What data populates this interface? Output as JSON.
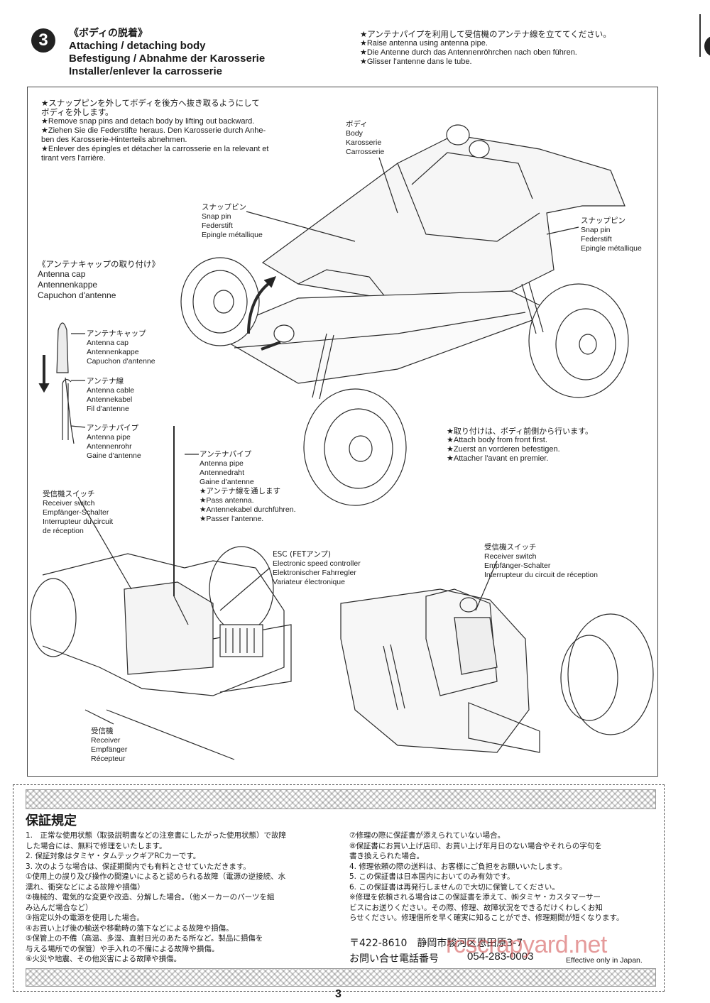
{
  "header": {
    "step_number": "3",
    "title_jp": "《ボディの脱着》",
    "title_en": "Attaching / detaching body",
    "title_de": "Befestigung / Abnahme der Karosserie",
    "title_fr": "Installer/enlever la carrosserie"
  },
  "antenna_note": {
    "jp": "★アンテナパイプを利用して受信機のアンテナ線を立ててください。",
    "en": "★Raise antenna using antenna pipe.",
    "de": "★Die Antenne durch das Antennenröhrchen nach oben führen.",
    "fr": "★Glisser l'antenne dans le tube."
  },
  "snap_instruction": {
    "jp1": "★スナップピンを外してボディを後方へ抜き取るようにして",
    "jp2": "ボディを外します。",
    "en": "★Remove snap pins and detach body by lifting out backward.",
    "de1": "★Ziehen Sie die Federstifte heraus. Den Karosserie durch Anhe-",
    "de2": "ben des Karosserie-Hinterteils abnehmen.",
    "fr1": "★Enlever des épingles et détacher la carrosserie en la relevant et",
    "fr2": "tirant vers l'arrière."
  },
  "labels": {
    "body": [
      "ボディ",
      "Body",
      "Karosserie",
      "Carrosserie"
    ],
    "snap_pin_left": [
      "スナップピン",
      "Snap pin",
      "Federstift",
      "Epingle métallique"
    ],
    "snap_pin_right": [
      "スナップピン",
      "Snap pin",
      "Federstift",
      "Epingle métallique"
    ],
    "antenna_cap_heading": [
      "《アンテナキャップの取り付け》",
      "Antenna cap",
      "Antennenkappe",
      "Capuchon d'antenne"
    ],
    "antenna_cap": [
      "アンテナキャップ",
      "Antenna cap",
      "Antennenkappe",
      "Capuchon d'antenne"
    ],
    "antenna_cable": [
      "アンテナ線",
      "Antenna cable",
      "Antennekabel",
      "Fil d'antenne"
    ],
    "antenna_pipe_1": [
      "アンテナパイプ",
      "Antenna pipe",
      "Antennenrohr",
      "Gaine d'antenne"
    ],
    "antenna_pipe_2": [
      "アンテナパイプ",
      "Antenna pipe",
      "Antennedraht",
      "Gaine d'antenne",
      "★アンテナ線を通します",
      "★Pass antenna.",
      "★Antennekabel durchführen.",
      "★Passer l'antenne."
    ],
    "attach_front": [
      "★取り付けは、ボディ前側から行います。",
      "★Attach body from front first.",
      "★Zuerst an vorderen befestigen.",
      "★Attacher l'avant en premier."
    ],
    "receiver_switch_left": [
      "受信機スイッチ",
      "Receiver switch",
      "Empfänger-Schalter",
      "Interrupteur du circuit",
      "de réception"
    ],
    "esc": [
      "ESC (FETアンプ)",
      "Electronic speed controller",
      "Elektronischer Fahrregler",
      "Variateur électronique"
    ],
    "receiver": [
      "受信機",
      "Receiver",
      "Empfänger",
      "Récepteur"
    ],
    "receiver_switch_right": [
      "受信機スイッチ",
      "Receiver switch",
      "Empfänger-Schalter",
      "Interrupteur du circuit de réception"
    ]
  },
  "warranty": {
    "title": "保証規定",
    "left": [
      "1.　正常な使用状態（取扱説明書などの注意書にしたがった使用状態）で故障",
      "した場合には、無料で修理をいたします。",
      "2. 保証対象はタミヤ・タムテックギアRCカーです。",
      "3. 次のような場合は、保証期間内でも有料とさせていただきます。",
      "①使用上の誤り及び操作の間違いによると認められる故障（電源の逆接続、水",
      "濡れ、衝突などによる故障や損傷）",
      "②機械的、電気的な変更や改造、分解した場合。（他メーカーのパーツを組",
      "み込んだ場合など）",
      "③指定以外の電源を使用した場合。",
      "④お買い上げ後の輸送や移動時の落下などによる故障や損傷。",
      "⑤保管上の不備（高温、多湿、直射日光のあたる所など。製品に損傷を",
      "与える場所での保管）や手入れの不備による故障や損傷。",
      "⑥火災や地震、その他災害による故障や損傷。"
    ],
    "right": [
      "⑦修理の際に保証書が添えられていない場合。",
      "⑧保証書にお買い上げ店印、お買い上げ年月日のない場合やそれらの字句を",
      "書き換えられた場合。",
      "4. 修理依頼の際の送料は、お客様にご負担をお願いいたします。",
      "5. この保証書は日本国内においてのみ有効です。",
      "6. この保証書は再発行しませんので大切に保管してください。",
      "※修理を依頼される場合はこの保証書を添えて、㈱タミヤ・カスタマーサー",
      "ビスにお送りください。その際、修理、故障状況をできるだけくわしくお知",
      "らせください。修理個所を早く確実に知ることができ、修理期間が短くなります。"
    ],
    "address": "〒422-8610　静岡市駿河区恩田原3-7",
    "phone_label": "お問い合せ電話番号",
    "phone": "054-283-0003",
    "effective": "Effective only in Japan.",
    "watermark": "rcscrapyard.net"
  },
  "page_number": "3",
  "colors": {
    "ink": "#1a1a1a",
    "step_circle": "#222222",
    "watermark": "#d04848"
  }
}
